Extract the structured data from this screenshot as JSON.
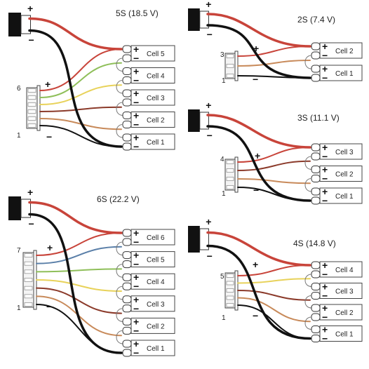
{
  "diagrams": [
    {
      "id": "5s",
      "title": "5S (18.5 V)",
      "pin_top": "6",
      "pin_bottom": "1",
      "cells": [
        "Cell 5",
        "Cell 4",
        "Cell 3",
        "Cell 2",
        "Cell 1"
      ]
    },
    {
      "id": "2s",
      "title": "2S (7.4 V)",
      "pin_top": "3",
      "pin_bottom": "1",
      "cells": [
        "Cell 2",
        "Cell 1"
      ]
    },
    {
      "id": "3s",
      "title": "3S (11.1 V)",
      "pin_top": "4",
      "pin_bottom": "1",
      "cells": [
        "Cell 3",
        "Cell 2",
        "Cell 1"
      ]
    },
    {
      "id": "6s",
      "title": "6S (22.2 V)",
      "pin_top": "7",
      "pin_bottom": "1",
      "cells": [
        "Cell 6",
        "Cell 5",
        "Cell 4",
        "Cell 3",
        "Cell 2",
        "Cell 1"
      ]
    },
    {
      "id": "4s",
      "title": "4S (14.8 V)",
      "pin_top": "5",
      "pin_bottom": "1",
      "cells": [
        "Cell 4",
        "Cell 3",
        "Cell 2",
        "Cell 1"
      ]
    }
  ],
  "symbols": {
    "plus": "+",
    "minus": "−"
  },
  "colors": {
    "positive": "#c8443a",
    "negative": "#111111",
    "connector": "#111111",
    "balance": [
      "#c88a5a",
      "#8b3a2a",
      "#e8d25a",
      "#8fbf5a",
      "#5a7fa8"
    ]
  }
}
